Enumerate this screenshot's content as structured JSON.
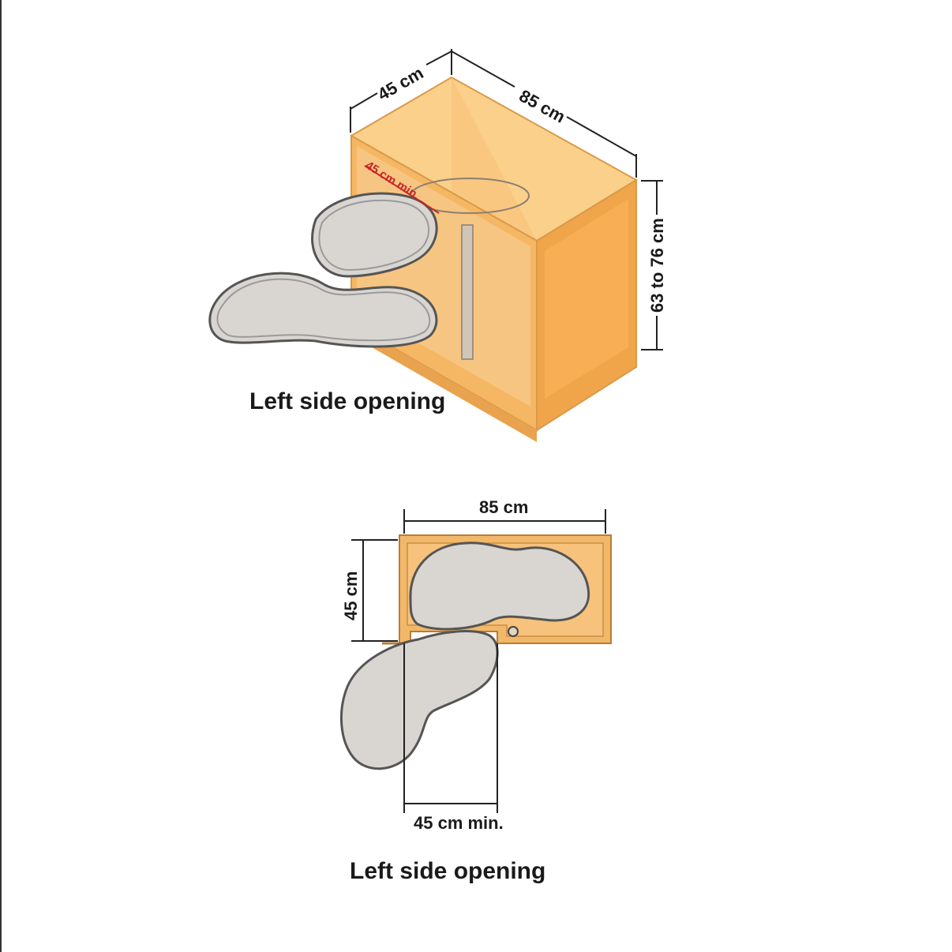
{
  "isometric": {
    "depth_label": "45 cm",
    "width_label": "85 cm",
    "height_label": "63 to 76 cm",
    "clearance_label": "45 cm min.",
    "caption": "Left side opening"
  },
  "plan": {
    "width_label": "85 cm",
    "depth_label": "45 cm",
    "clearance_label": "45 cm min.",
    "caption": "Left side opening"
  },
  "colors": {
    "cabinet_light": "#fbd08a",
    "cabinet_mid": "#f6b764",
    "cabinet_dark": "#f0a54a",
    "tray": "#d9d6d2",
    "clearance_red": "#c62828"
  }
}
